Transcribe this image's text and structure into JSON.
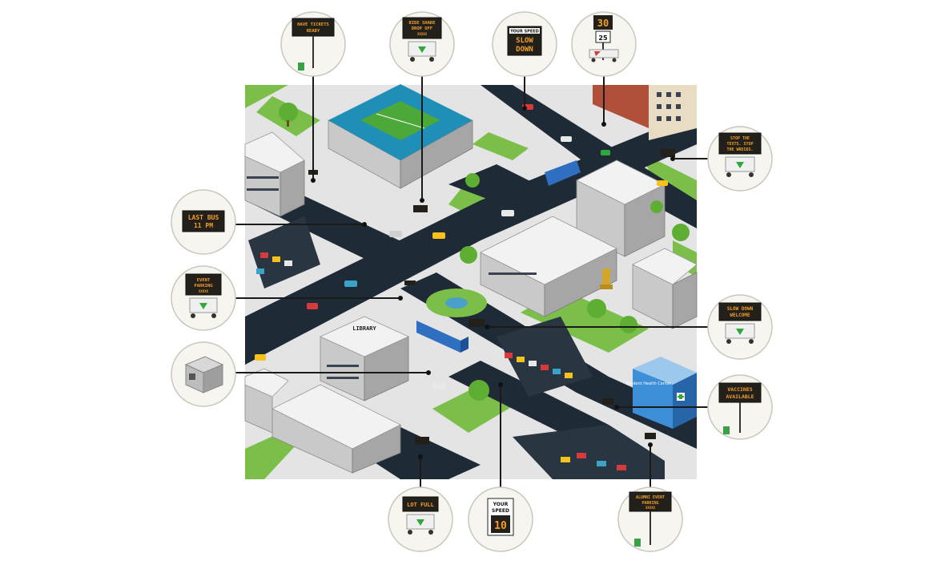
{
  "callouts": [
    {
      "id": "have-tickets",
      "lines": [
        "HAVE TICKETS",
        "READY"
      ],
      "kind": "led-post"
    },
    {
      "id": "ride-share",
      "lines": [
        "RIDE SHARE",
        "DROP OFF",
        "XXXXX"
      ],
      "kind": "led-trailer"
    },
    {
      "id": "your-speed-slow",
      "header": "YOUR SPEED",
      "lines": [
        "SLOW",
        "DOWN"
      ],
      "kind": "speed-sign"
    },
    {
      "id": "speed-limit",
      "top_value": "30",
      "sub_value": "25",
      "kind": "speed-limit"
    },
    {
      "id": "stop-texts",
      "lines": [
        "STOP THE",
        "TEXTS. STOP",
        "THE WRECKS."
      ],
      "kind": "led-trailer"
    },
    {
      "id": "last-bus",
      "lines": [
        "LAST BUS",
        "11 PM"
      ],
      "kind": "led-panel"
    },
    {
      "id": "event-parking",
      "lines": [
        "EVENT",
        "PARKING",
        "XXXXX"
      ],
      "kind": "led-trailer"
    },
    {
      "id": "kiosk",
      "lines": [],
      "kind": "kiosk"
    },
    {
      "id": "slow-down-welcome",
      "lines": [
        "SLOW DOWN",
        "WELCOME"
      ],
      "kind": "led-trailer"
    },
    {
      "id": "vaccines",
      "lines": [
        "VACCINES",
        "AVAILABLE"
      ],
      "kind": "led-post"
    },
    {
      "id": "lot-full",
      "lines": [
        "LOT FULL"
      ],
      "kind": "led-trailer"
    },
    {
      "id": "your-speed-10",
      "header": "YOUR",
      "lines": [
        "SPEED"
      ],
      "value": "10",
      "kind": "speed-sign"
    },
    {
      "id": "alumni-parking",
      "lines": [
        "ALUMNI EVENT",
        "PARKING",
        "XXXXX"
      ],
      "kind": "led-post"
    }
  ],
  "map": {
    "library_label": "LIBRARY",
    "clinic_label": "Student Health Center",
    "colors": {
      "road": "#1e2a36",
      "grass": "#7bbf4a",
      "led": "#f0a028",
      "bus": "#2f6fc2",
      "taxi": "#f4c21b",
      "clinic": "#2f8fd8"
    }
  }
}
